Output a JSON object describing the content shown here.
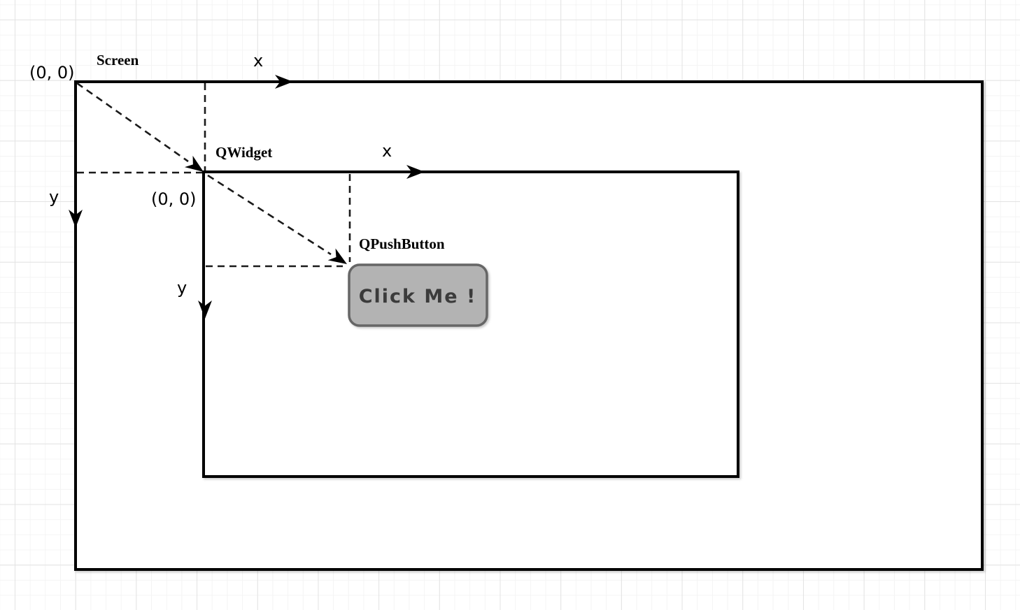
{
  "diagram": {
    "screen": {
      "label": "Screen",
      "origin_label": "(0, 0)",
      "x_axis_label": "x",
      "y_axis_label": "y"
    },
    "widget": {
      "label": "QWidget",
      "origin_label": "(0, 0)",
      "x_axis_label": "x",
      "y_axis_label": "y"
    },
    "push_button": {
      "label": "QPushButton",
      "button_text": "Click Me !"
    },
    "colors": {
      "outline": "#000000",
      "button_fill": "#b3b3b3",
      "button_border": "#666666",
      "button_text": "#3b3b3b",
      "grid_minor": "#f4f4f4",
      "grid_major": "#e3e3e3"
    }
  }
}
